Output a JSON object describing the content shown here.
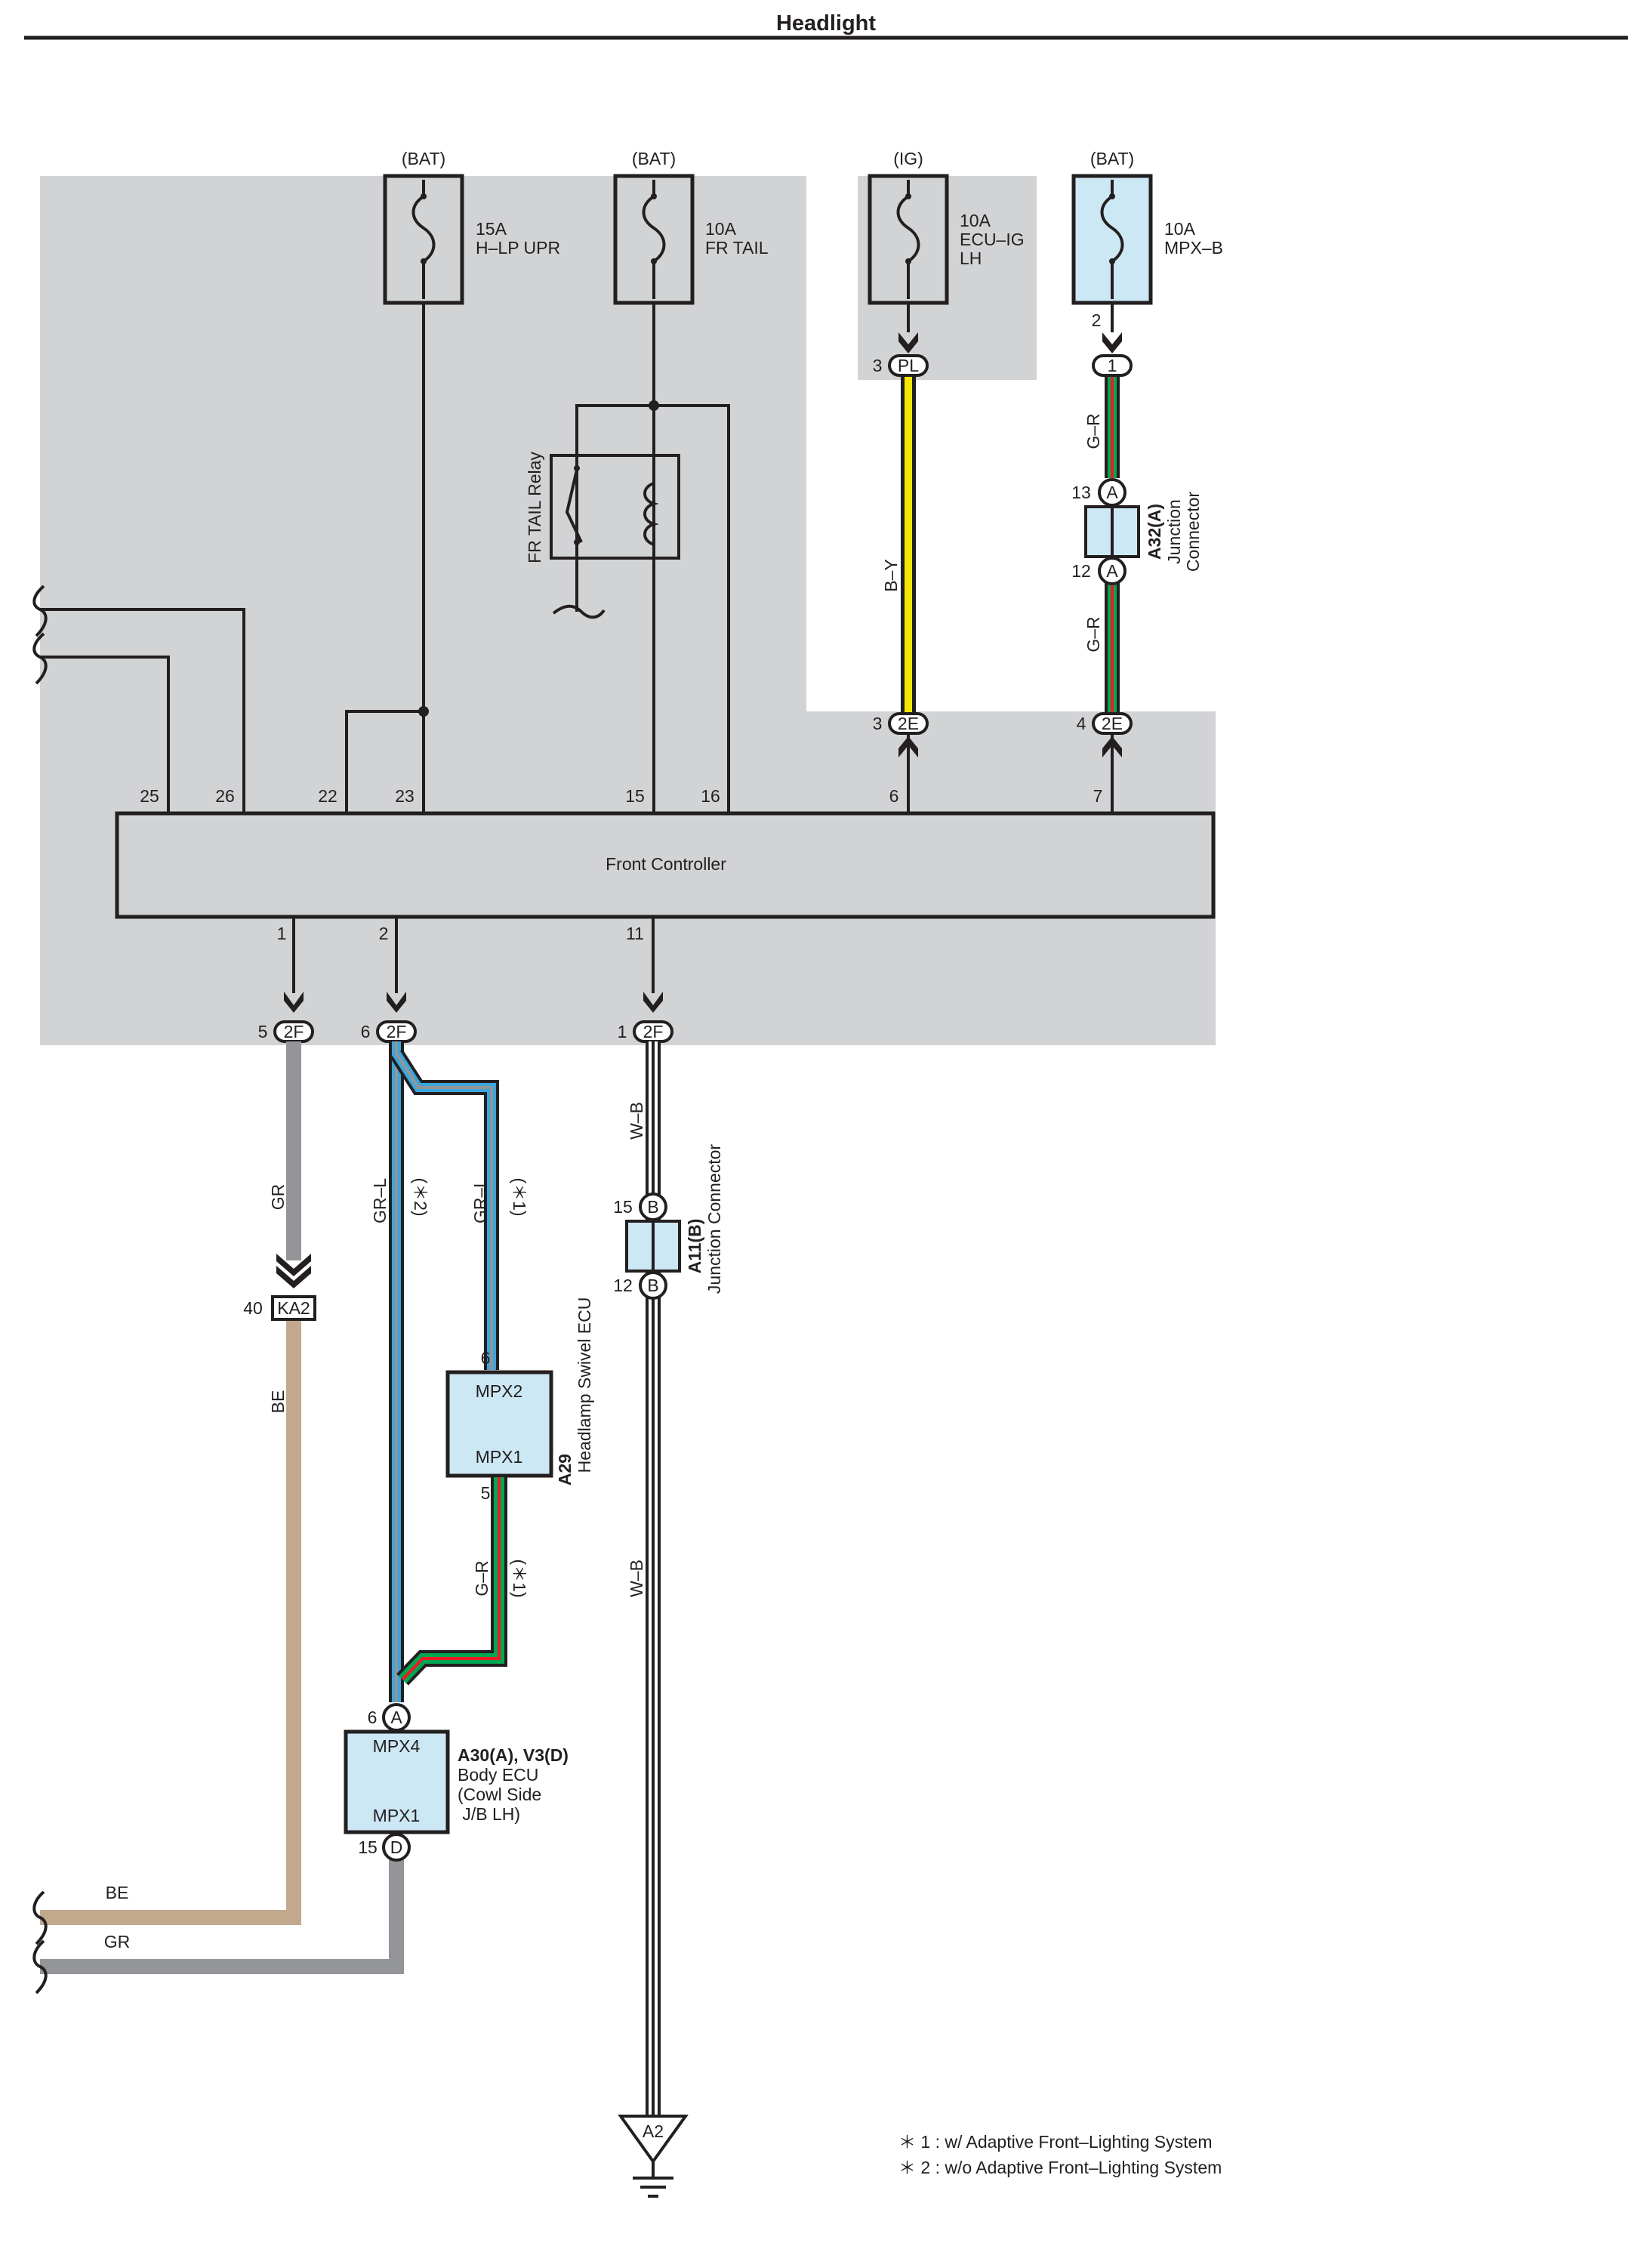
{
  "title": "Headlight",
  "fuses": [
    {
      "source": "(BAT)",
      "rating": "15A",
      "name": "H–LP UPR"
    },
    {
      "source": "(BAT)",
      "rating": "10A",
      "name": "FR TAIL"
    },
    {
      "source": "(IG)",
      "rating": "10A",
      "name": "ECU–IG",
      "name2": "LH"
    },
    {
      "source": "(BAT)",
      "rating": "10A",
      "name": "MPX–B"
    }
  ],
  "relay": {
    "label": "FR TAIL Relay"
  },
  "front_controller": {
    "label": "Front Controller",
    "top_pins": [
      "25",
      "26",
      "22",
      "23",
      "15",
      "16",
      "6",
      "7"
    ],
    "bottom_pins": [
      "1",
      "2",
      "11"
    ]
  },
  "connectors": {
    "pl": {
      "code": "PL",
      "pin": "3"
    },
    "mpxb_pin": "2",
    "mpxb_conn": "1",
    "e2_left": {
      "code": "2E",
      "pin": "3"
    },
    "e2_right": {
      "code": "2E",
      "pin": "4"
    },
    "f2_a": {
      "code": "2F",
      "pin": "5"
    },
    "f2_b": {
      "code": "2F",
      "pin": "6"
    },
    "f2_c": {
      "code": "2F",
      "pin": "1"
    },
    "ka2": {
      "code": "KA2",
      "pin": "40"
    }
  },
  "junction_a32": {
    "id": "A32(A)",
    "line1": "Junction",
    "line2": "Connector",
    "pin_top": "13",
    "pin_bottom": "12",
    "letter": "A"
  },
  "junction_a11": {
    "id": "A11(B)",
    "name": "Junction Connector",
    "pin_top": "15",
    "pin_bottom": "12",
    "letter": "B"
  },
  "swivel_ecu": {
    "id": "A29",
    "name": "Headlamp Swivel ECU",
    "terminal_top": "MPX2",
    "terminal_bottom": "MPX1",
    "pin_top": "6",
    "pin_bottom": "5"
  },
  "body_ecu": {
    "id": "A30(A), V3(D)",
    "line1": "Body ECU",
    "line2": "(Cowl Side",
    "line3": " J/B LH)",
    "terminal_top": "MPX4",
    "terminal_bottom": "MPX1",
    "pin_top": "6",
    "pin_bottom": "15",
    "letter_top": "A",
    "letter_bottom": "D"
  },
  "wires": {
    "by": "B–Y",
    "gr_top": "G–R",
    "gr_mid": "G–R",
    "gr_swivel": "G–R",
    "gr": "GR",
    "grl_a": "GR–L",
    "grl_b": "GR–L",
    "wb_top": "W–B",
    "wb_bottom": "W–B",
    "be": "BE",
    "be_bottom": "BE",
    "gr_bottom": "GR"
  },
  "notes": {
    "n2": "(＊2)",
    "n1a": "(＊1)",
    "n1b": "(＊1)"
  },
  "ground": {
    "label": "A2"
  },
  "footnotes": [
    "＊ 1 : w/ Adaptive Front–Lighting System",
    "＊ 2 : w/o Adaptive Front–Lighting System"
  ],
  "colors": {
    "shade": "#d2d3d5",
    "line": "#231f20",
    "light_blue": "#cce8f4",
    "yellow": "#f3e600",
    "green": "#00a651",
    "red": "#ed1c24",
    "blue": "#3aa6dd",
    "gray": "#939598",
    "tan": "#c2a98e"
  }
}
